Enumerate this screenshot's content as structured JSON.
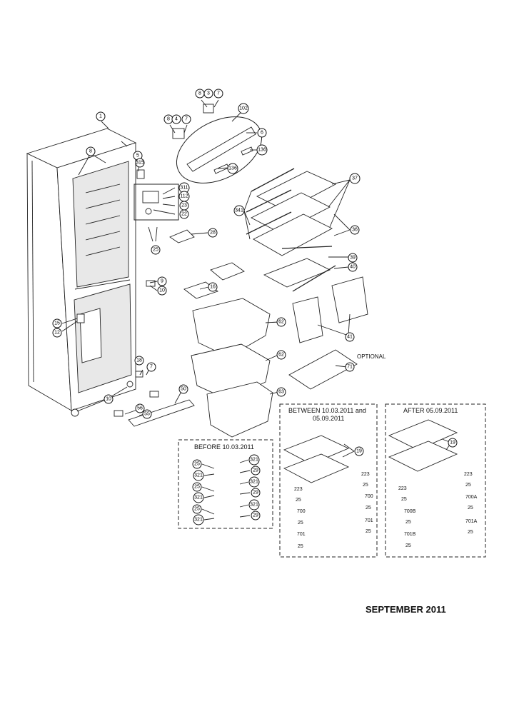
{
  "diagram": {
    "date_footer": "SEPTEMBER 2011",
    "optional_label": "OPTIONAL",
    "boxes": {
      "before": {
        "title": "BEFORE 10.03.2011"
      },
      "between": {
        "title_line1": "BETWEEN 10.03.2011 and",
        "title_line2": "05.09.2011"
      },
      "after": {
        "title": "AFTER 05.09.2011"
      }
    },
    "callouts": {
      "c1": "1",
      "c8a": "8",
      "c3a": "3",
      "c7a": "7",
      "c8b": "8",
      "c4": "4",
      "c7b": "7",
      "c102": "102",
      "c6": "6",
      "c136a": "136",
      "c136b": "136",
      "c5": "5",
      "c315": "315",
      "c311": "311",
      "c112": "112",
      "c23": "23",
      "c22": "22",
      "c28": "28",
      "c25": "25",
      "c37": "37",
      "c341": "341",
      "c36": "36",
      "c39": "39",
      "c40": "40",
      "c9": "9",
      "c10a": "10",
      "c16": "16",
      "c62a": "62",
      "c62b": "62",
      "c63": "63",
      "c41": "41",
      "c71": "71",
      "c15": "15",
      "c12": "12",
      "c18": "18",
      "c7c": "7",
      "c10b": "10",
      "c50": "50",
      "c56": "56",
      "c55": "55",
      "c19a": "19",
      "c19b": "19"
    },
    "before_items": {
      "l1": "25",
      "l2": "321",
      "l3": "25",
      "l4": "321",
      "l5": "25",
      "l6": "321",
      "r1": "321",
      "r2": "29",
      "r3": "321",
      "r4": "29",
      "r5": "321",
      "r6": "29"
    },
    "between_items": {
      "a223": "223",
      "a25": "25",
      "b223": "223",
      "b25": "25",
      "c700": "700",
      "c25": "25",
      "d700": "700",
      "d25": "25",
      "e701": "701",
      "e25": "25",
      "f701": "701",
      "f25": "25"
    },
    "after_items": {
      "a223": "223",
      "a25": "25",
      "b223": "223",
      "b25": "25",
      "c700A": "700A",
      "c25": "25",
      "d700B": "700B",
      "d25": "25",
      "e701A": "701A",
      "e25": "25",
      "f701B": "701B",
      "f25": "25"
    }
  }
}
